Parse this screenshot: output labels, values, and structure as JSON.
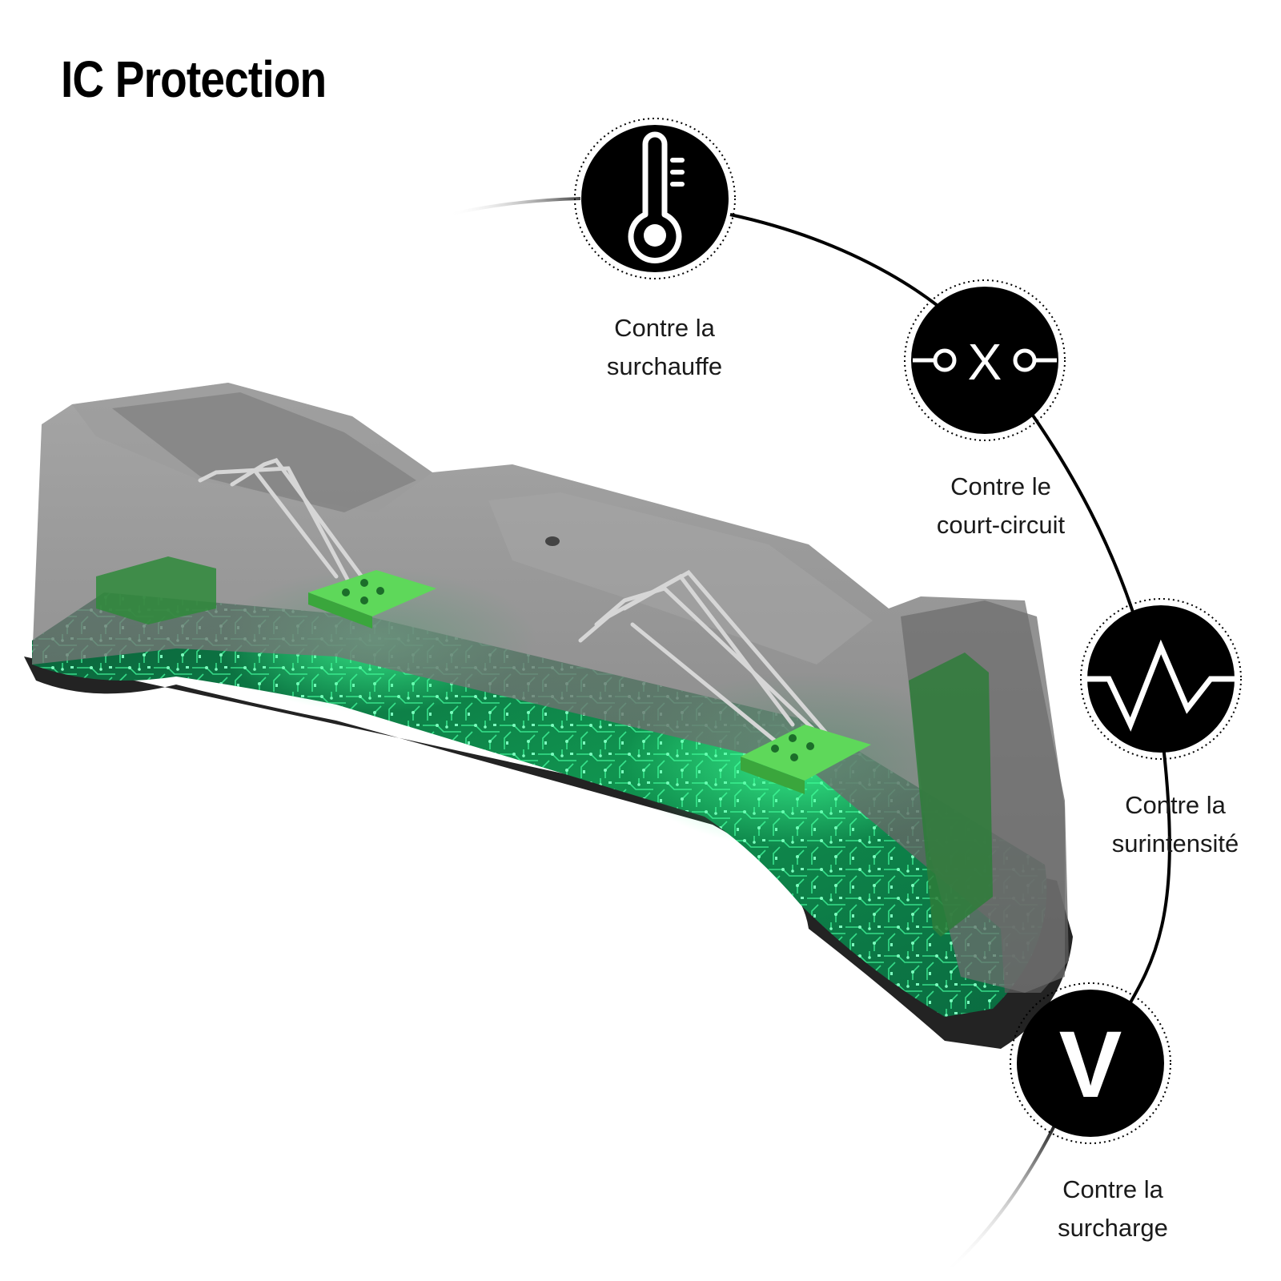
{
  "header": {
    "title": "IC Protection"
  },
  "features": [
    {
      "icon": "thermometer-icon",
      "line1": "Contre la",
      "line2": "surchauffe"
    },
    {
      "icon": "short-circuit-icon",
      "line1": "Contre le",
      "line2": "court-circuit",
      "symbol": "X"
    },
    {
      "icon": "overcurrent-wave-icon",
      "line1": "Contre la",
      "line2": "surintensité"
    },
    {
      "icon": "voltage-icon",
      "line1": "Contre la",
      "line2": "surcharge",
      "symbol": "V"
    }
  ],
  "colors": {
    "icon_fill": "#000000",
    "circuit_board": "#0d7a45",
    "circuit_glow": "#2bff8a",
    "housing": "#6f6f6f",
    "contact_pad": "#5ed85a"
  }
}
